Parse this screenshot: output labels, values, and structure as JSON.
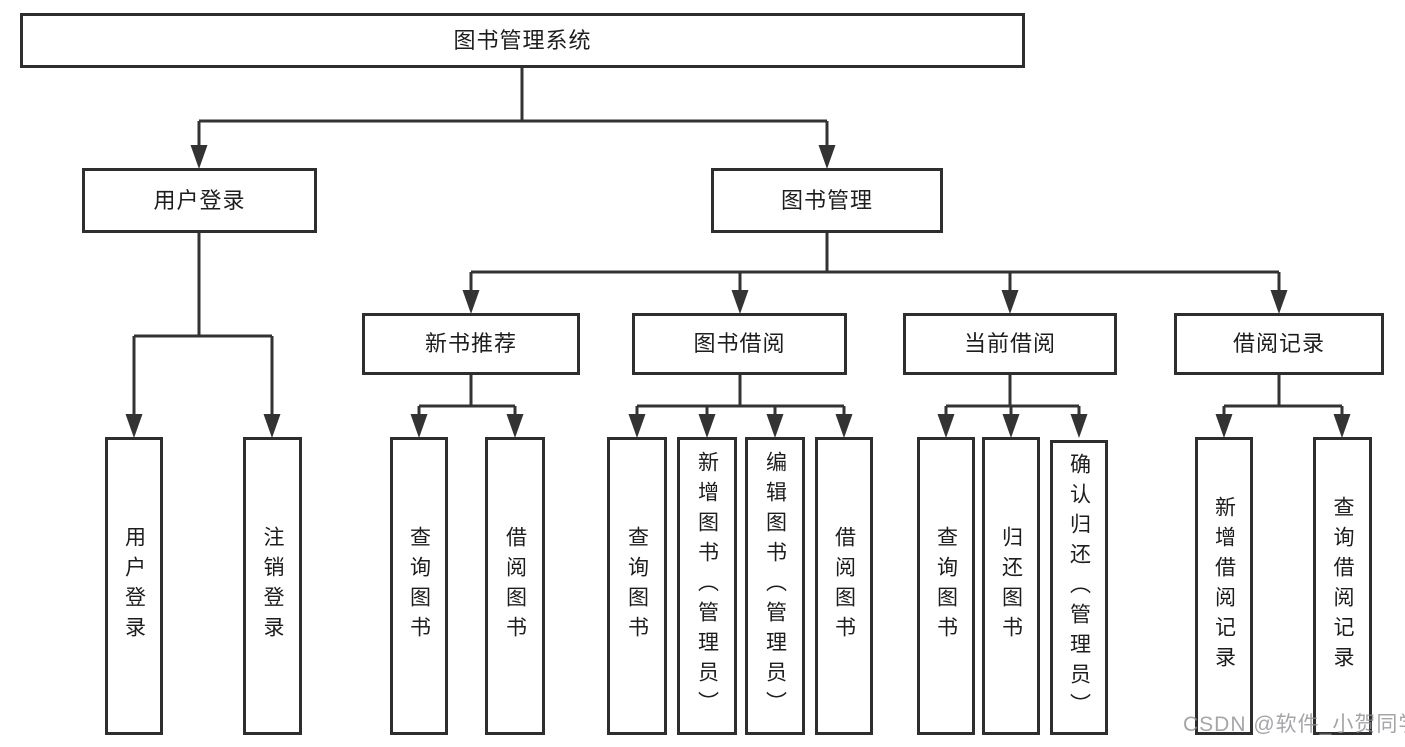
{
  "colors": {
    "line": "#333333",
    "box_border": "#2e2e2e",
    "box_fill": "#ffffff",
    "text": "#1d1d1d",
    "watermark": "#8f8f95"
  },
  "nodes": {
    "root": {
      "label": "图书管理系统"
    },
    "login": {
      "label": "用户登录",
      "children": {
        "user_login": {
          "label": "用户登录"
        },
        "logout": {
          "label": "注销登录"
        }
      }
    },
    "management": {
      "label": "图书管理",
      "children": {
        "new_books": {
          "label": "新书推荐",
          "children": {
            "query": {
              "label": "查询图书"
            },
            "borrow": {
              "label": "借阅图书"
            }
          }
        },
        "borrowing": {
          "label": "图书借阅",
          "children": {
            "query": {
              "label": "查询图书"
            },
            "add": {
              "label": "新增图书（管理员）"
            },
            "edit": {
              "label": "编辑图书（管理员）"
            },
            "borrow": {
              "label": "借阅图书"
            }
          }
        },
        "current": {
          "label": "当前借阅",
          "children": {
            "query": {
              "label": "查询图书"
            },
            "return": {
              "label": "归还图书"
            },
            "confirm": {
              "label": "确认归还（管理员）"
            }
          }
        },
        "records": {
          "label": "借阅记录",
          "children": {
            "add": {
              "label": "新增借阅记录"
            },
            "query": {
              "label": "查询借阅记录"
            }
          }
        }
      }
    }
  },
  "watermark": {
    "text": "CSDN @软件_小贺同学"
  }
}
